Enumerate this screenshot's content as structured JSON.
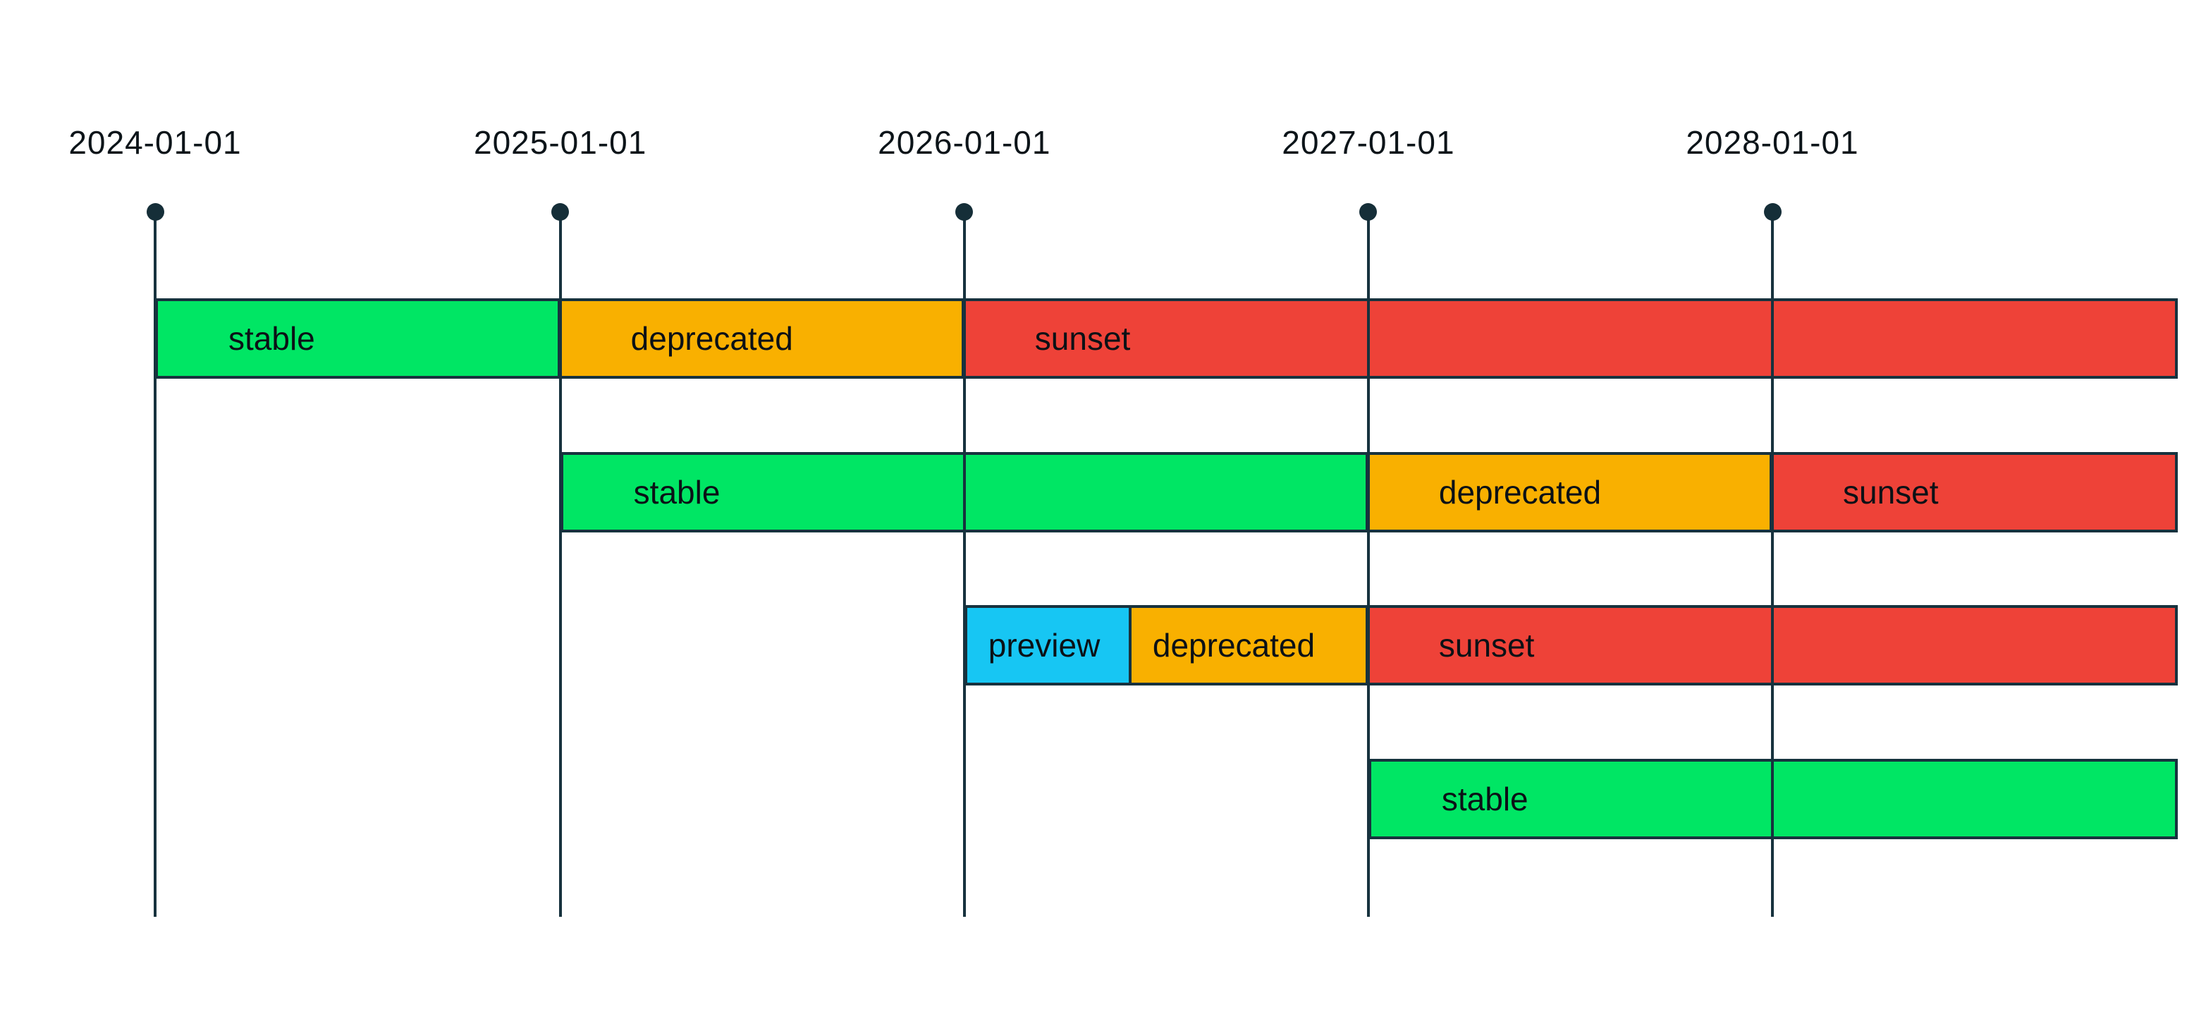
{
  "chart_data": {
    "type": "gantt",
    "title": "",
    "axis": {
      "tick_labels": [
        "2024-01-01",
        "2025-01-01",
        "2026-01-01",
        "2027-01-01",
        "2028-01-01"
      ],
      "domain_start": "2024-01-01",
      "domain_end": "2029-01-01",
      "grid": "vertical-lines-with-milestone-dots"
    },
    "stage_colors": {
      "stable": "#00e664",
      "deprecated": "#f9b000",
      "sunset": "#ee4238",
      "preview": "#17c6f3"
    },
    "line_color": "#17323e",
    "dot_color": "#152e38",
    "bar_border_color": "#17323e",
    "text_color": "#0c1419",
    "background_color": "#ffffff",
    "rows": [
      {
        "segments": [
          {
            "label": "stable",
            "stage": "stable",
            "start": "2024-01-01",
            "end": "2025-01-01"
          },
          {
            "label": "deprecated",
            "stage": "deprecated",
            "start": "2025-01-01",
            "end": "2026-01-01"
          },
          {
            "label": "sunset",
            "stage": "sunset",
            "start": "2026-01-01",
            "end": "2029-01-01"
          }
        ]
      },
      {
        "segments": [
          {
            "label": "stable",
            "stage": "stable",
            "start": "2025-01-01",
            "end": "2027-01-01"
          },
          {
            "label": "deprecated",
            "stage": "deprecated",
            "start": "2027-01-01",
            "end": "2028-01-01"
          },
          {
            "label": "sunset",
            "stage": "sunset",
            "start": "2028-01-01",
            "end": "2029-01-01"
          }
        ]
      },
      {
        "segments": [
          {
            "label": "preview",
            "stage": "preview",
            "start": "2026-01-01",
            "end": "2026-06-01"
          },
          {
            "label": "deprecated",
            "stage": "deprecated",
            "start": "2026-06-01",
            "end": "2027-01-01"
          },
          {
            "label": "sunset",
            "stage": "sunset",
            "start": "2027-01-01",
            "end": "2029-01-01"
          }
        ]
      },
      {
        "segments": [
          {
            "label": "stable",
            "stage": "stable",
            "start": "2027-01-01",
            "end": "2029-01-01"
          }
        ]
      }
    ]
  }
}
